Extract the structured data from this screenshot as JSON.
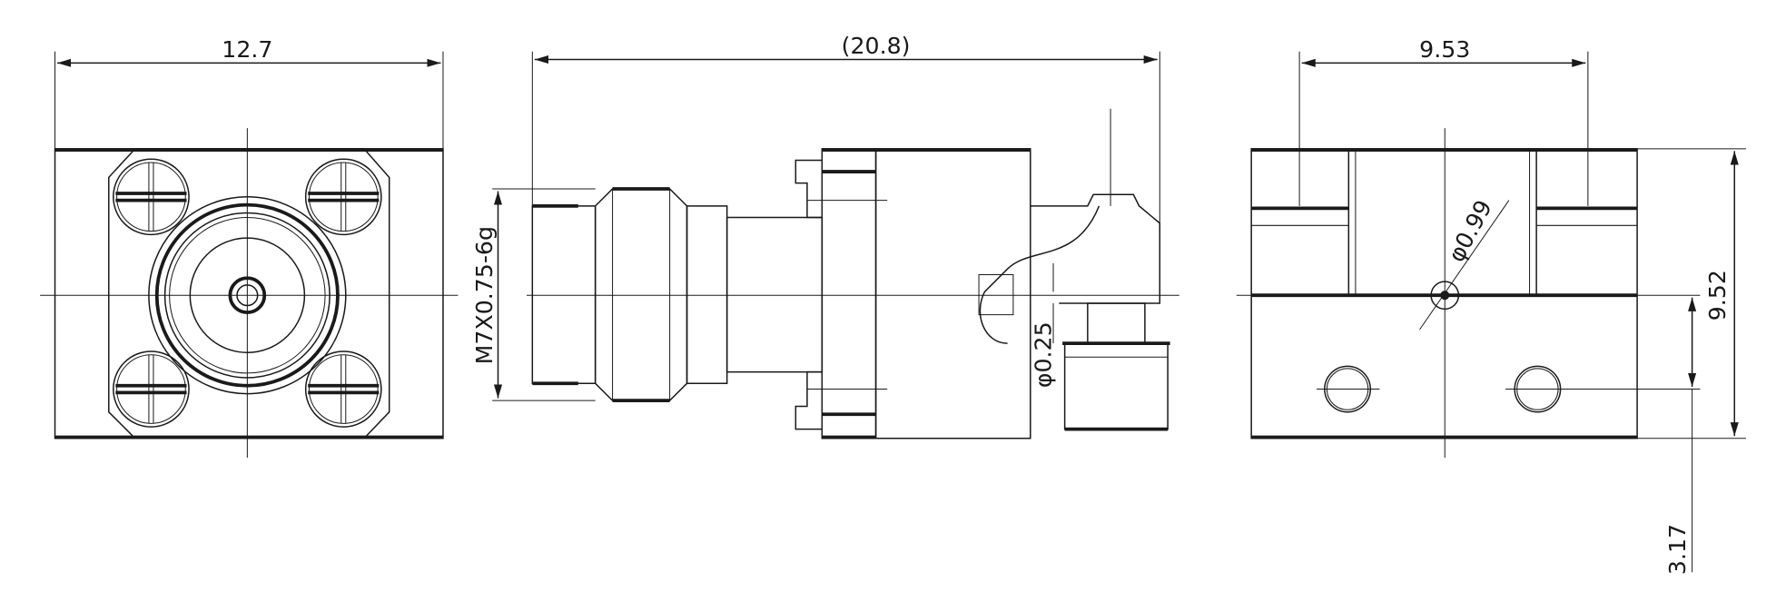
{
  "drawing": {
    "front_view": {
      "width_dim": "12.7"
    },
    "side_view": {
      "length_dim": "(20.8)",
      "thread_dim": "M7X0.75-6g",
      "pin_dim": "φ0.25"
    },
    "end_view": {
      "width_dim": "9.53",
      "height_dim": "9.52",
      "hole_dim": "φ0.99",
      "offset_dim": "3.17"
    },
    "colors": {
      "line": "#1a1a1a",
      "background": "#ffffff"
    }
  }
}
